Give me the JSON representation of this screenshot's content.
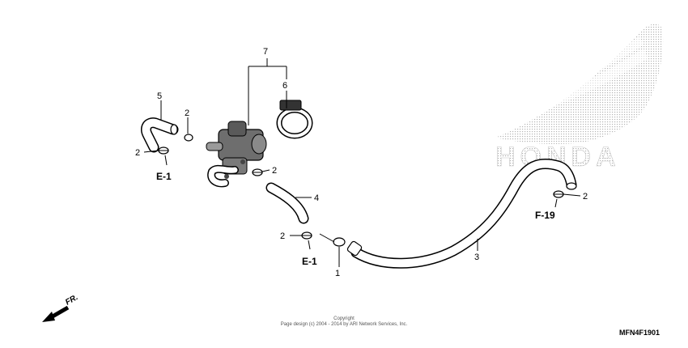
{
  "diagram": {
    "callouts": {
      "part_7": "7",
      "part_6": "6",
      "part_5": "5",
      "part_4": "4",
      "part_3": "3",
      "part_1": "1",
      "clip_a": "2",
      "clip_b": "2",
      "clip_c": "2",
      "clip_d": "2",
      "clip_e": "2"
    },
    "references": {
      "e1_upper": "E-1",
      "e1_lower": "E-1",
      "f19": "F-19"
    },
    "direction_marker": "FR.",
    "copyright_line1": "Copyright",
    "copyright_line2": "Page design (c) 2004 - 2014 by ARI Network Services, Inc.",
    "diagram_code": "MFN4F1901",
    "watermark_brand": "HONDA"
  }
}
